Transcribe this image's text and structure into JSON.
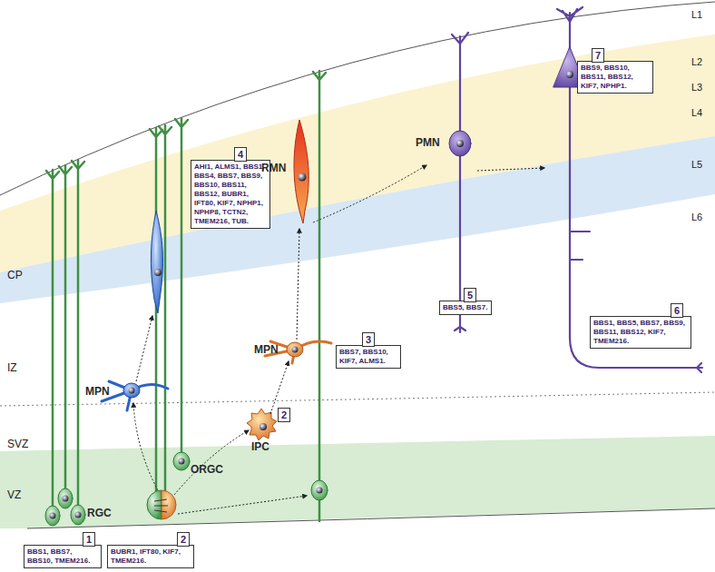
{
  "diagram": {
    "nodes": [
      {
        "text": [
          "7",
          "BBS9, BBS10, BBS11, BBS12, KIF7, NPHP1."
        ]
      },
      {
        "text": [
          "4",
          "AHI1, ALMS1, BBS1, BBS4, BBS7, BBS9, BBS10, BBS11, BBS12, BUBR1, IFT80, KIF7, NPHP1, NPHP8, TCTN2, TMEM216, TUB."
        ]
      },
      {
        "text": [
          "3",
          "BBS7, BBS10, KIF7, ALMS1."
        ]
      },
      {
        "text": [
          "2"
        ]
      },
      {
        "text": [
          "5",
          "BBS5, BBS7."
        ]
      },
      {
        "text": [
          "6",
          "BBS1, BBS5, BBS7, BBS9, BBS11, BBS12, KIF7, TMEM216."
        ]
      },
      {
        "text": [
          "1",
          "BBS1, BBS7, BBS10, TMEM216."
        ]
      },
      {
        "text": [
          "2",
          "BUBR1, IFT80, KIF7, TMEM216."
        ]
      }
    ],
    "labels": [
      "L1",
      "L2",
      "L3",
      "L4",
      "L5",
      "L6",
      "CP",
      "IZ",
      "SVZ",
      "VZ",
      "RGC",
      "ORGC",
      "MPN",
      "IPC",
      "MPN",
      "RMN",
      "PMN"
    ]
  }
}
